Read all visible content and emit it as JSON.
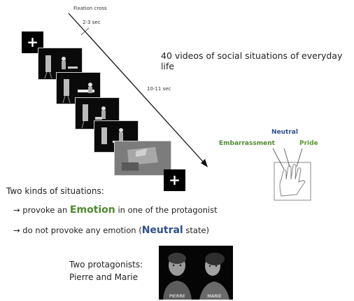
{
  "timeline": {
    "fixation_label": "Fixation cross",
    "fixation_duration": "2-3 sec",
    "video_duration": "10-11 sec",
    "fixation_symbol": "+"
  },
  "headline": "40 videos of social situations of everyday life",
  "ratings": {
    "embarrassment": "Embarrassment",
    "neutral": "Neutral",
    "pride": "Pride"
  },
  "situations": {
    "title": "Two kinds of situations:",
    "arrow": "→",
    "line1_pre": "provoke an",
    "line1_emph": "Emotion",
    "line1_post": "in one of the protagonist",
    "line2_pre": "do not provoke any emotion (",
    "line2_emph": "Neutral",
    "line2_post": "state)"
  },
  "protagonists": {
    "line1": "Two protagonists:",
    "line2": "Pierre and Marie",
    "caption_left": "PIERRE",
    "caption_right": "MARIE"
  },
  "colors": {
    "emotion": "#4d8a2e",
    "neutral": "#2f4f8c"
  }
}
